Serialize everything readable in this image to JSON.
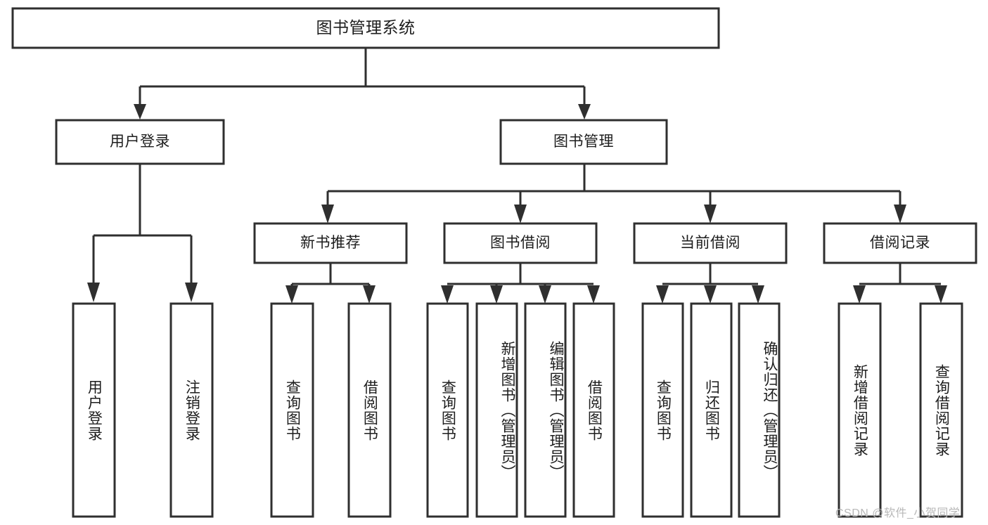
{
  "diagram": {
    "type": "tree",
    "title": "图书管理系统",
    "root": {
      "label": "图书管理系统",
      "level": 0
    },
    "level1": [
      {
        "label": "用户登录"
      },
      {
        "label": "图书管理"
      }
    ],
    "level2": [
      {
        "label": "新书推荐"
      },
      {
        "label": "图书借阅"
      },
      {
        "label": "当前借阅"
      },
      {
        "label": "借阅记录"
      }
    ],
    "leaves": {
      "user_login": [
        {
          "label": "用户登录"
        },
        {
          "label": "注销登录"
        }
      ],
      "new_book_recommend": [
        {
          "label": "查询图书"
        },
        {
          "label": "借阅图书"
        }
      ],
      "book_borrow": [
        {
          "label": "查询图书"
        },
        {
          "label": "新增图书（管理员）"
        },
        {
          "label": "编辑图书（管理员）"
        },
        {
          "label": "借阅图书"
        }
      ],
      "current_borrow": [
        {
          "label": "查询图书"
        },
        {
          "label": "归还图书"
        },
        {
          "label": "确认归还（管理员）"
        }
      ],
      "borrow_record": [
        {
          "label": "新增借阅记录"
        },
        {
          "label": "查询借阅记录"
        }
      ]
    },
    "watermark": "CSDN @软件_小贺同学",
    "colors": {
      "stroke": "#2f2f2f",
      "box_fill": "#ffffff",
      "text": "#1d1d1d",
      "watermark": "#b8b8b8",
      "background": "#ffffff"
    }
  }
}
